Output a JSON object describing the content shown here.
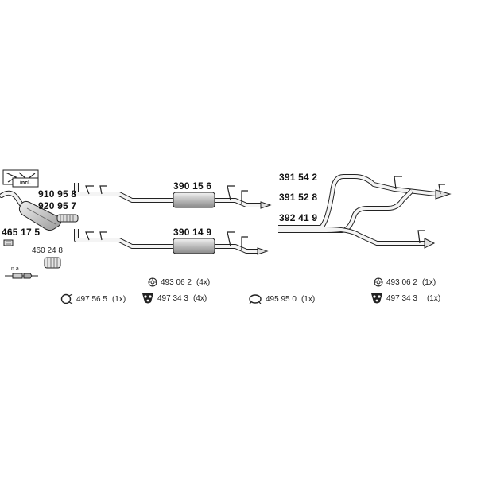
{
  "parts": {
    "cat_a": "910 95 8",
    "cat_b": "920 95 7",
    "gasket_a": "465 17 5",
    "pipe_seal": "460 24 8",
    "na_label": "n.a.",
    "incl_label": "incl.",
    "muffler_top": "390 15 6",
    "muffler_bottom": "390 14 9",
    "rear_a": "391 54 2",
    "rear_b": "391 52 8",
    "rear_c": "392 41 9"
  },
  "accessories": [
    {
      "code": "493 06 2",
      "qty": "(4x)",
      "icon": "flange-icon"
    },
    {
      "code": "497 56 5",
      "qty": "(1x)",
      "icon": "clamp-ring-icon"
    },
    {
      "code": "497 34 3",
      "qty": "(4x)",
      "icon": "rubber-mount-icon"
    },
    {
      "code": "495 95 0",
      "qty": "(1x)",
      "icon": "hanger-ring-icon"
    },
    {
      "code": "493 06 2",
      "qty": "(1x)",
      "icon": "flange-icon"
    },
    {
      "code": "497 34 3",
      "qty": "(1x)",
      "icon": "rubber-mount-icon"
    }
  ],
  "colors": {
    "line": "#222222",
    "fill_light": "#f2f2f2",
    "fill_mid": "#cccccc"
  }
}
